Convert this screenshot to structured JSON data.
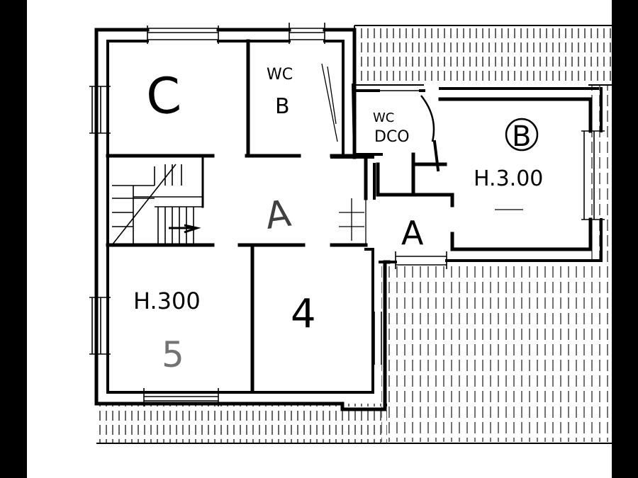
{
  "plan": {
    "labels": {
      "room_c": "C",
      "wc_b_line1": "WC",
      "wc_b_line2": "B",
      "wc_dc_line1": "WC",
      "wc_dc_line2": "DCO",
      "room_b": "B",
      "height_right": "H.3.00",
      "hall": "A",
      "entry": "A",
      "height_left": "H.300",
      "room_4": "4",
      "room_5": "5"
    },
    "colors": {
      "ink": "#000000",
      "paper": "#ffffff",
      "frame": "#000000"
    }
  }
}
